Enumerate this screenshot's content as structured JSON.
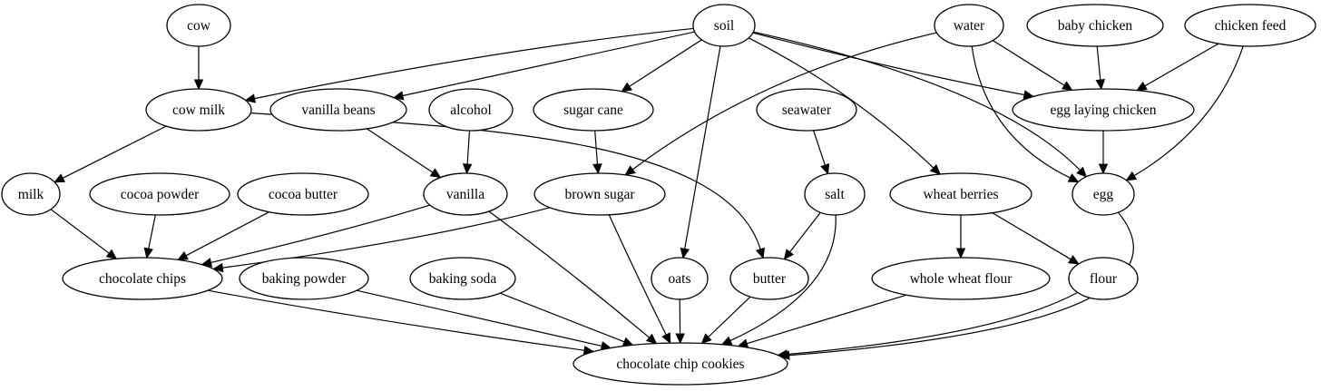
{
  "nodes": [
    {
      "id": "cow",
      "label": "cow"
    },
    {
      "id": "soil",
      "label": "soil"
    },
    {
      "id": "water",
      "label": "water"
    },
    {
      "id": "baby_chicken",
      "label": "baby chicken"
    },
    {
      "id": "chicken_feed",
      "label": "chicken feed"
    },
    {
      "id": "cow_milk",
      "label": "cow milk"
    },
    {
      "id": "vanilla_beans",
      "label": "vanilla beans"
    },
    {
      "id": "alcohol",
      "label": "alcohol"
    },
    {
      "id": "sugar_cane",
      "label": "sugar cane"
    },
    {
      "id": "seawater",
      "label": "seawater"
    },
    {
      "id": "egg_laying_chicken",
      "label": "egg laying chicken"
    },
    {
      "id": "milk",
      "label": "milk"
    },
    {
      "id": "cocoa_powder",
      "label": "cocoa powder"
    },
    {
      "id": "cocoa_butter",
      "label": "cocoa butter"
    },
    {
      "id": "vanilla",
      "label": "vanilla"
    },
    {
      "id": "brown_sugar",
      "label": "brown sugar"
    },
    {
      "id": "salt",
      "label": "salt"
    },
    {
      "id": "wheat_berries",
      "label": "wheat berries"
    },
    {
      "id": "egg",
      "label": "egg"
    },
    {
      "id": "chocolate_chips",
      "label": "chocolate chips"
    },
    {
      "id": "baking_powder",
      "label": "baking powder"
    },
    {
      "id": "baking_soda",
      "label": "baking soda"
    },
    {
      "id": "oats",
      "label": "oats"
    },
    {
      "id": "butter",
      "label": "butter"
    },
    {
      "id": "whole_wheat_flour",
      "label": "whole wheat flour"
    },
    {
      "id": "flour",
      "label": "flour"
    },
    {
      "id": "chocolate_chip_cookies",
      "label": "chocolate chip cookies"
    }
  ],
  "edges": [
    {
      "from": "cow",
      "to": "cow_milk"
    },
    {
      "from": "soil",
      "to": "cow_milk"
    },
    {
      "from": "soil",
      "to": "vanilla_beans"
    },
    {
      "from": "soil",
      "to": "sugar_cane"
    },
    {
      "from": "soil",
      "to": "oats"
    },
    {
      "from": "soil",
      "to": "wheat_berries"
    },
    {
      "from": "soil",
      "to": "egg_laying_chicken"
    },
    {
      "from": "soil",
      "to": "egg"
    },
    {
      "from": "water",
      "to": "brown_sugar"
    },
    {
      "from": "water",
      "to": "egg_laying_chicken"
    },
    {
      "from": "water",
      "to": "egg"
    },
    {
      "from": "baby_chicken",
      "to": "egg_laying_chicken"
    },
    {
      "from": "chicken_feed",
      "to": "egg_laying_chicken"
    },
    {
      "from": "chicken_feed",
      "to": "egg"
    },
    {
      "from": "egg_laying_chicken",
      "to": "egg"
    },
    {
      "from": "cow_milk",
      "to": "milk"
    },
    {
      "from": "cow_milk",
      "to": "butter"
    },
    {
      "from": "vanilla_beans",
      "to": "vanilla"
    },
    {
      "from": "alcohol",
      "to": "vanilla"
    },
    {
      "from": "sugar_cane",
      "to": "brown_sugar"
    },
    {
      "from": "seawater",
      "to": "salt"
    },
    {
      "from": "milk",
      "to": "chocolate_chips"
    },
    {
      "from": "cocoa_powder",
      "to": "chocolate_chips"
    },
    {
      "from": "cocoa_butter",
      "to": "chocolate_chips"
    },
    {
      "from": "vanilla",
      "to": "chocolate_chips"
    },
    {
      "from": "brown_sugar",
      "to": "chocolate_chips"
    },
    {
      "from": "vanilla",
      "to": "chocolate_chip_cookies"
    },
    {
      "from": "brown_sugar",
      "to": "chocolate_chip_cookies"
    },
    {
      "from": "salt",
      "to": "butter"
    },
    {
      "from": "salt",
      "to": "chocolate_chip_cookies"
    },
    {
      "from": "wheat_berries",
      "to": "whole_wheat_flour"
    },
    {
      "from": "wheat_berries",
      "to": "flour"
    },
    {
      "from": "egg",
      "to": "chocolate_chip_cookies"
    },
    {
      "from": "chocolate_chips",
      "to": "chocolate_chip_cookies"
    },
    {
      "from": "baking_powder",
      "to": "chocolate_chip_cookies"
    },
    {
      "from": "baking_soda",
      "to": "chocolate_chip_cookies"
    },
    {
      "from": "oats",
      "to": "chocolate_chip_cookies"
    },
    {
      "from": "butter",
      "to": "chocolate_chip_cookies"
    },
    {
      "from": "whole_wheat_flour",
      "to": "chocolate_chip_cookies"
    },
    {
      "from": "flour",
      "to": "chocolate_chip_cookies"
    }
  ]
}
